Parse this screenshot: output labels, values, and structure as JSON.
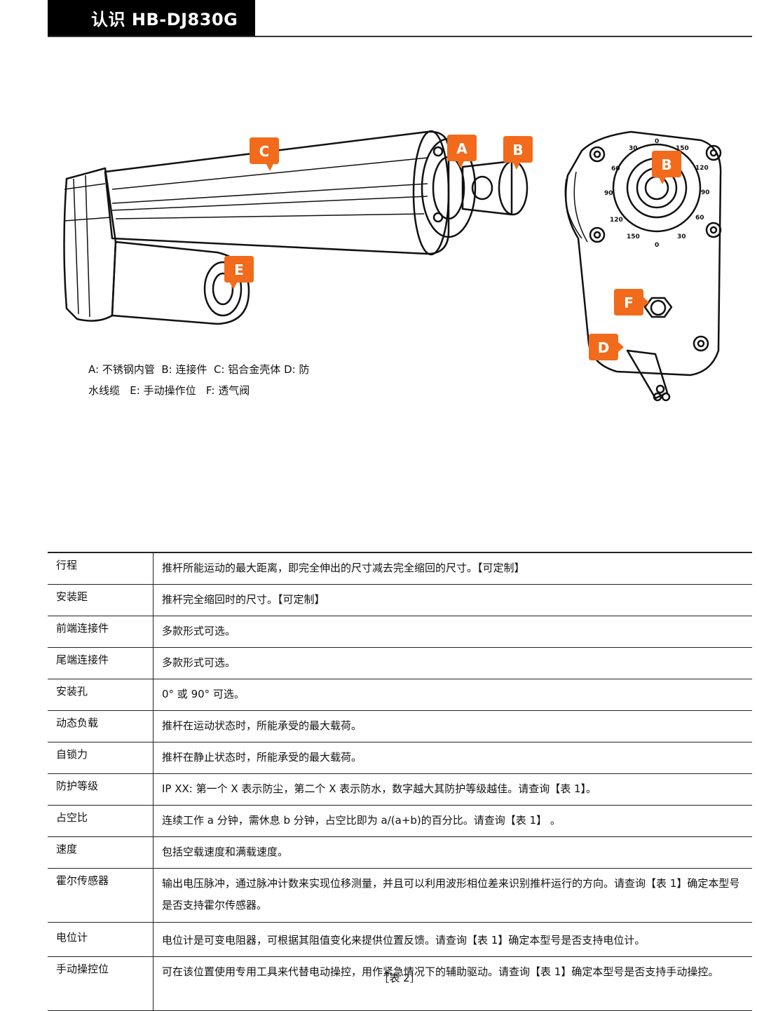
{
  "header": {
    "title": "认识 HB-DJ830G"
  },
  "figure": {
    "callouts": {
      "a": "A",
      "b": "B",
      "c": "C",
      "d": "D",
      "e": "E",
      "f": "F"
    },
    "dial_ticks": [
      "0",
      "30",
      "60",
      "90",
      "120",
      "150",
      "0",
      "30",
      "60",
      "90",
      "120",
      "150"
    ],
    "accent_color": "#f26a1b"
  },
  "legend": {
    "line1": "A: 不锈钢内管  B: 连接件  C: 铝合金壳体 D: 防",
    "line2": "水线缆   E: 手动操作位   F: 透气阀"
  },
  "spec_table": {
    "rows": [
      {
        "term": "行程",
        "desc": "推杆所能运动的最大距离，即完全伸出的尺寸减去完全缩回的尺寸。【可定制】"
      },
      {
        "term": "安装距",
        "desc": "推杆完全缩回时的尺寸。【可定制】"
      },
      {
        "term": "前端连接件",
        "desc": "多款形式可选。"
      },
      {
        "term": "尾端连接件",
        "desc": "多款形式可选。"
      },
      {
        "term": "安装孔",
        "desc": "0° 或 90° 可选。"
      },
      {
        "term": "动态负载",
        "desc": "推杆在运动状态时，所能承受的最大载荷。"
      },
      {
        "term": "自锁力",
        "desc": "推杆在静止状态时，所能承受的最大载荷。"
      },
      {
        "term": "防护等级",
        "desc": "IP XX: 第一个 X 表示防尘，第二个 X 表示防水，数字越大其防护等级越佳。请查询【表 1】。"
      },
      {
        "term": "占空比",
        "desc": "连续工作 a 分钟，需休息 b 分钟，占空比即为 a/(a+b)的百分比。请查询【表 1】 。"
      },
      {
        "term": "速度",
        "desc": "包括空载速度和满载速度。"
      },
      {
        "term": "霍尔传感器",
        "desc": "输出电压脉冲，通过脉冲计数来实现位移测量，并且可以利用波形相位差来识别推杆运行的方向。请查询【表 1】确定本型号是否支持霍尔传感器。"
      },
      {
        "term": "电位计",
        "desc": "电位计是可变电阻器，可根据其阻值变化来提供位置反馈。请查询【表 1】确定本型号是否支持电位计。"
      },
      {
        "term": "手动操控位",
        "desc": "可在该位置使用专用工具来代替电动操控，用作紧急情况下的辅助驱动。请查询【表 1】确定本型号是否支持手动操控。"
      }
    ]
  },
  "caption": "［表 2］"
}
